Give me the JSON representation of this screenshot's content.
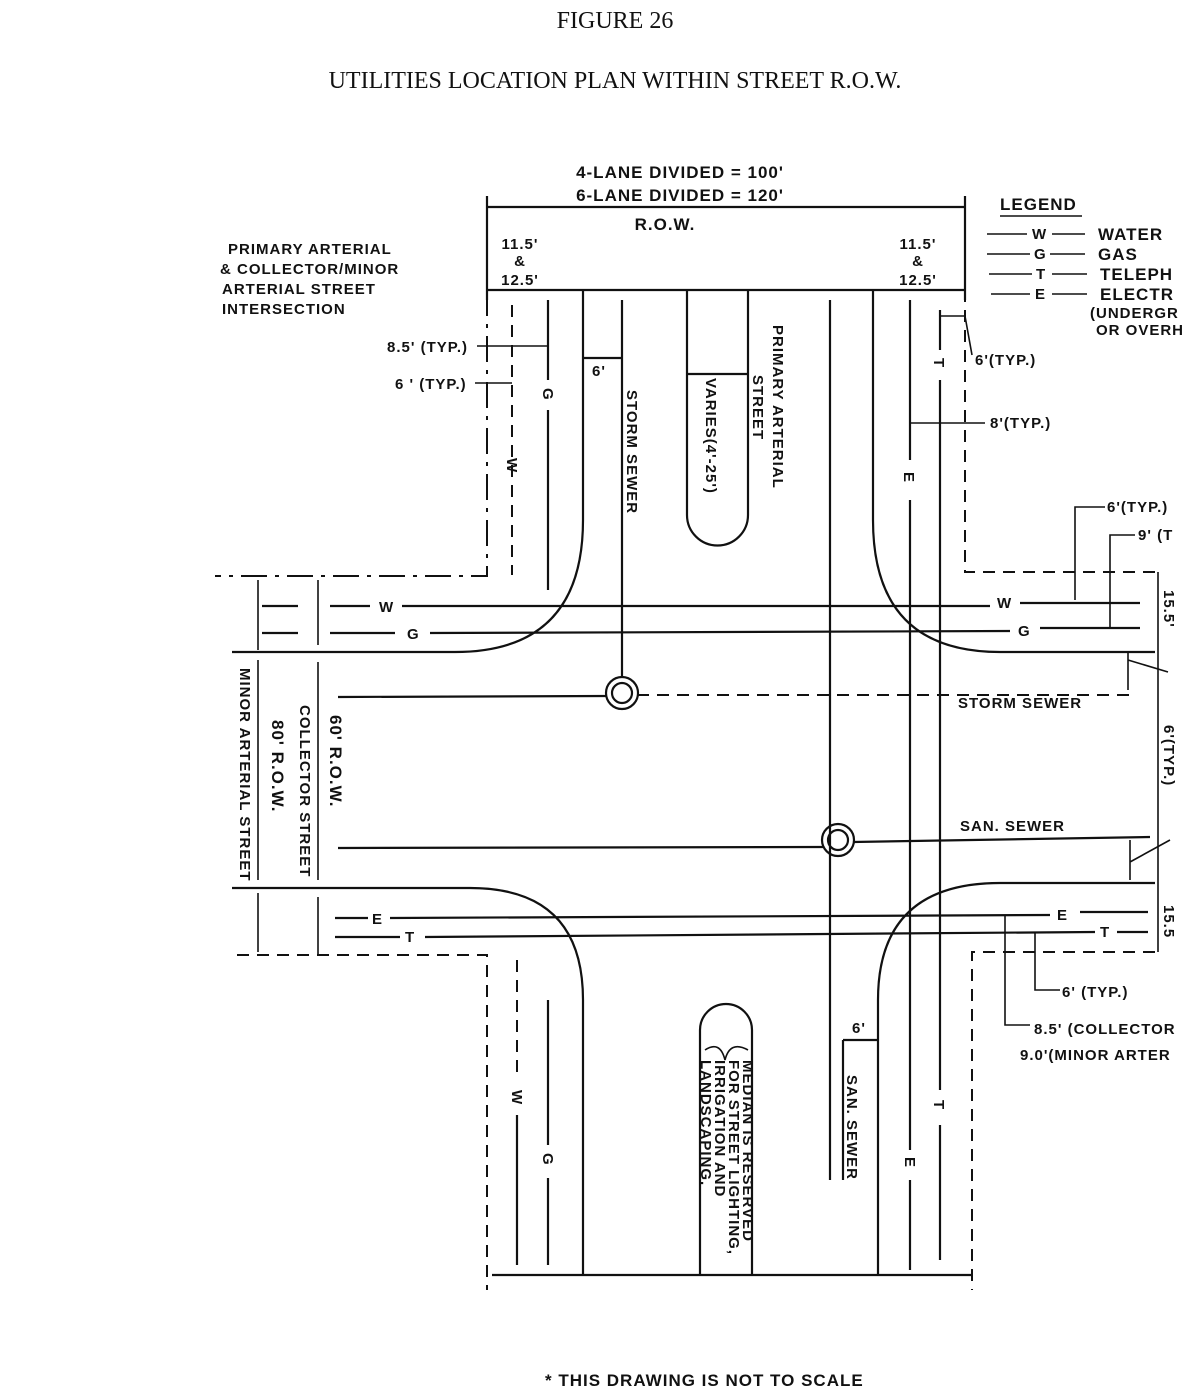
{
  "figure": {
    "number": "FIGURE 26",
    "title": "UTILITIES LOCATION PLAN WITHIN STREET R.O.W."
  },
  "street_label": [
    "PRIMARY  ARTERIAL",
    "& COLLECTOR/MINOR",
    "ARTERIAL  STREET",
    "INTERSECTION"
  ],
  "row_dims": {
    "four_lane": "4-LANE  DIVIDED = 100'",
    "six_lane": "6-LANE  DIVIDED = 120'",
    "row": "R.O.W.",
    "left_offset": [
      "11.5'",
      "&",
      "12.5'"
    ],
    "right_offset": [
      "11.5'",
      "&",
      "12.5'"
    ]
  },
  "legend": {
    "title": "LEGEND",
    "items": [
      {
        "code": "W",
        "label": "WATER"
      },
      {
        "code": "G",
        "label": "GAS"
      },
      {
        "code": "T",
        "label": "TELEPH"
      },
      {
        "code": "E",
        "label": "ELECTR"
      }
    ],
    "note": [
      "(UNDERGR",
      "OR OVERH"
    ]
  },
  "dimensions": {
    "d85_typ": "8.5' (TYP.)",
    "d6_typ_left": "6 ' (TYP.)",
    "d6_storm": "6'",
    "d6_typ_right_top": "6'(TYP.)",
    "d8_typ": "8'(TYP.)",
    "d6_typ_right": "6'(TYP.)",
    "d9_typ": "9' (T",
    "d155_top": "15.5'",
    "d6_typ_vertical": "6'(TYP.)",
    "d155_bottom": "15.5",
    "d6_typ_bottom": "6' (TYP.)",
    "d85_collector": "8.5' (COLLECTOR",
    "d90_minor": "9.0'(MINOR ARTER",
    "d6_san": "6'"
  },
  "labels": {
    "storm_sewer_v": "STORM  SEWER",
    "varies": "VARIES(4'-25')",
    "primary_arterial": "PRIMARY  ARTERIAL",
    "street": "STREET",
    "storm_sewer_h": "STORM  SEWER",
    "san_sewer_h": "SAN. SEWER",
    "san_sewer_v": "SAN. SEWER",
    "collector_row": "60' R.O.W.",
    "collector_street": "COLLECTOR  STREET",
    "minor_row": "80' R.O.W.",
    "minor_street": "MINOR ARTERIAL STREET",
    "median_note": [
      "MEDIAN IS RESERVED",
      "FOR STREET LIGHTING,",
      "IRRIGATION AND",
      "LANDSCAPING."
    ],
    "W": "W",
    "G": "G",
    "E": "E",
    "T": "T"
  },
  "footnote": "* THIS  DRAWING  IS  NOT  TO  SCALE"
}
